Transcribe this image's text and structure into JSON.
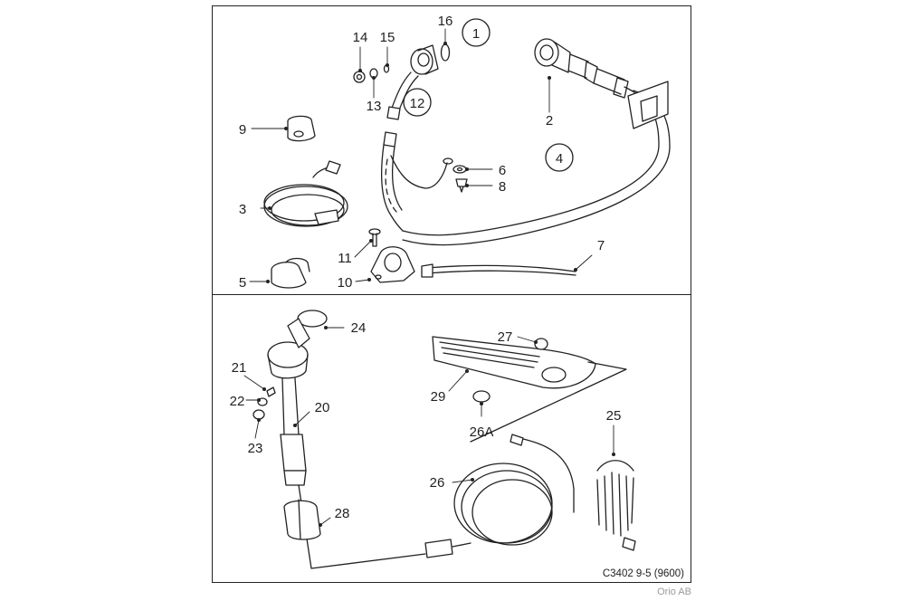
{
  "labels": {
    "p1": "1",
    "p2": "2",
    "p3": "3",
    "p4": "4",
    "p5": "5",
    "p6": "6",
    "p7": "7",
    "p8": "8",
    "p9": "9",
    "p10": "10",
    "p11": "11",
    "p12": "12",
    "p13": "13",
    "p14": "14",
    "p15": "15",
    "p16": "16",
    "p20": "20",
    "p21": "21",
    "p22": "22",
    "p23": "23",
    "p24": "24",
    "p25": "25",
    "p26": "26",
    "p26a": "26A",
    "p27": "27",
    "p28": "28",
    "p29": "29"
  },
  "footer": {
    "drawing_code": "C3402 9-5 (9600)",
    "credit": "Orio AB"
  },
  "colors": {
    "line": "#222222",
    "credit": "#9a9a9a",
    "background": "#ffffff"
  }
}
